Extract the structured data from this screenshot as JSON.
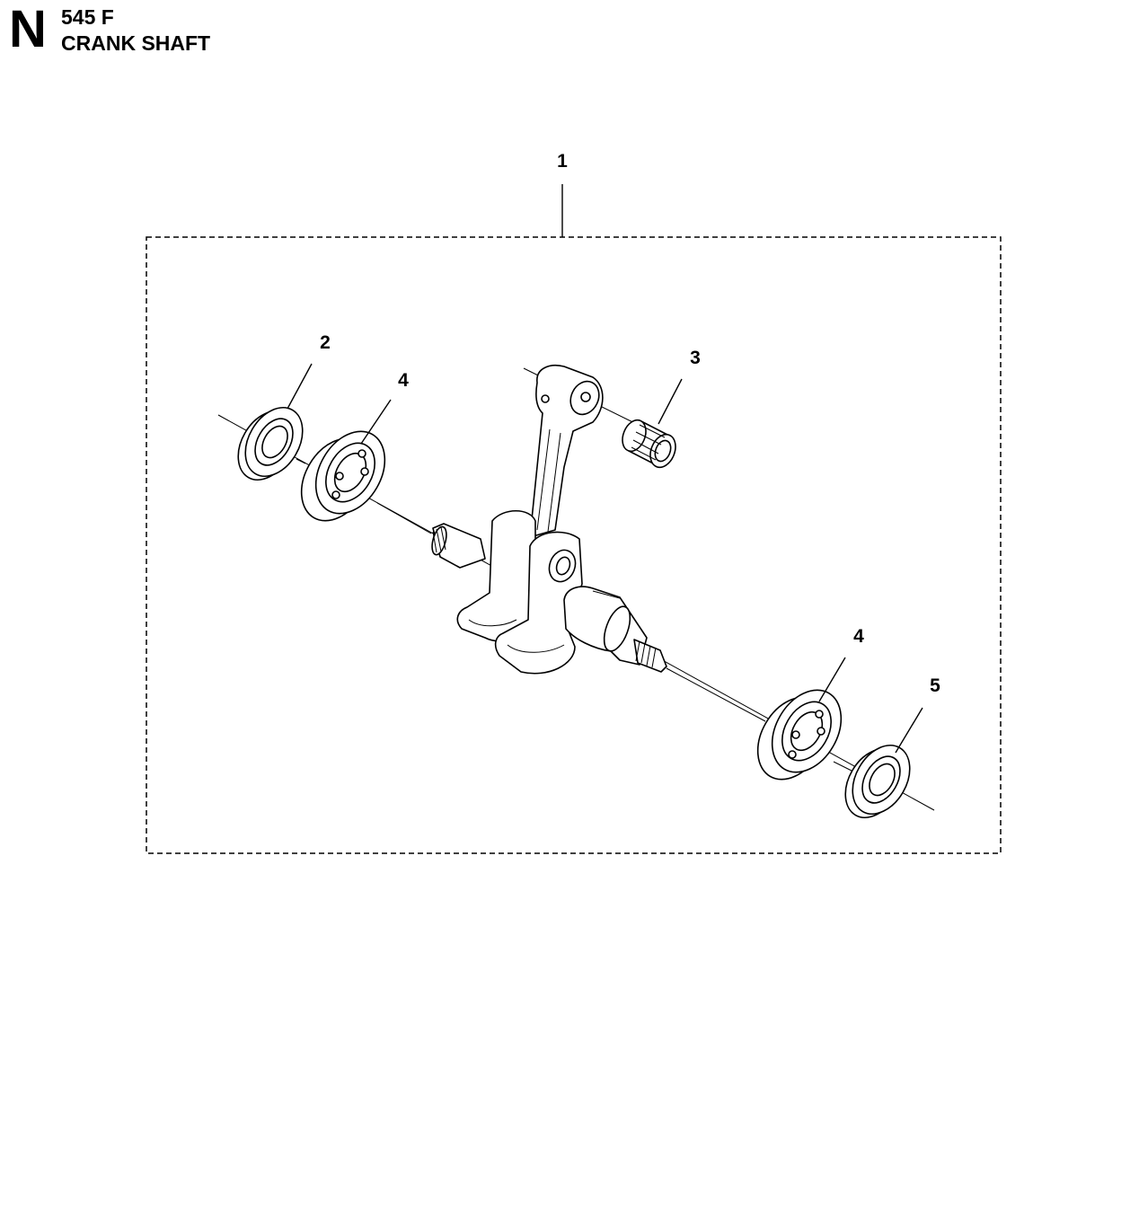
{
  "header": {
    "section_letter": "N",
    "model": "545 F",
    "title": "CRANK SHAFT"
  },
  "callouts": {
    "c1": "1",
    "c2": "2",
    "c3": "3",
    "c4a": "4",
    "c4b": "4",
    "c5": "5"
  }
}
